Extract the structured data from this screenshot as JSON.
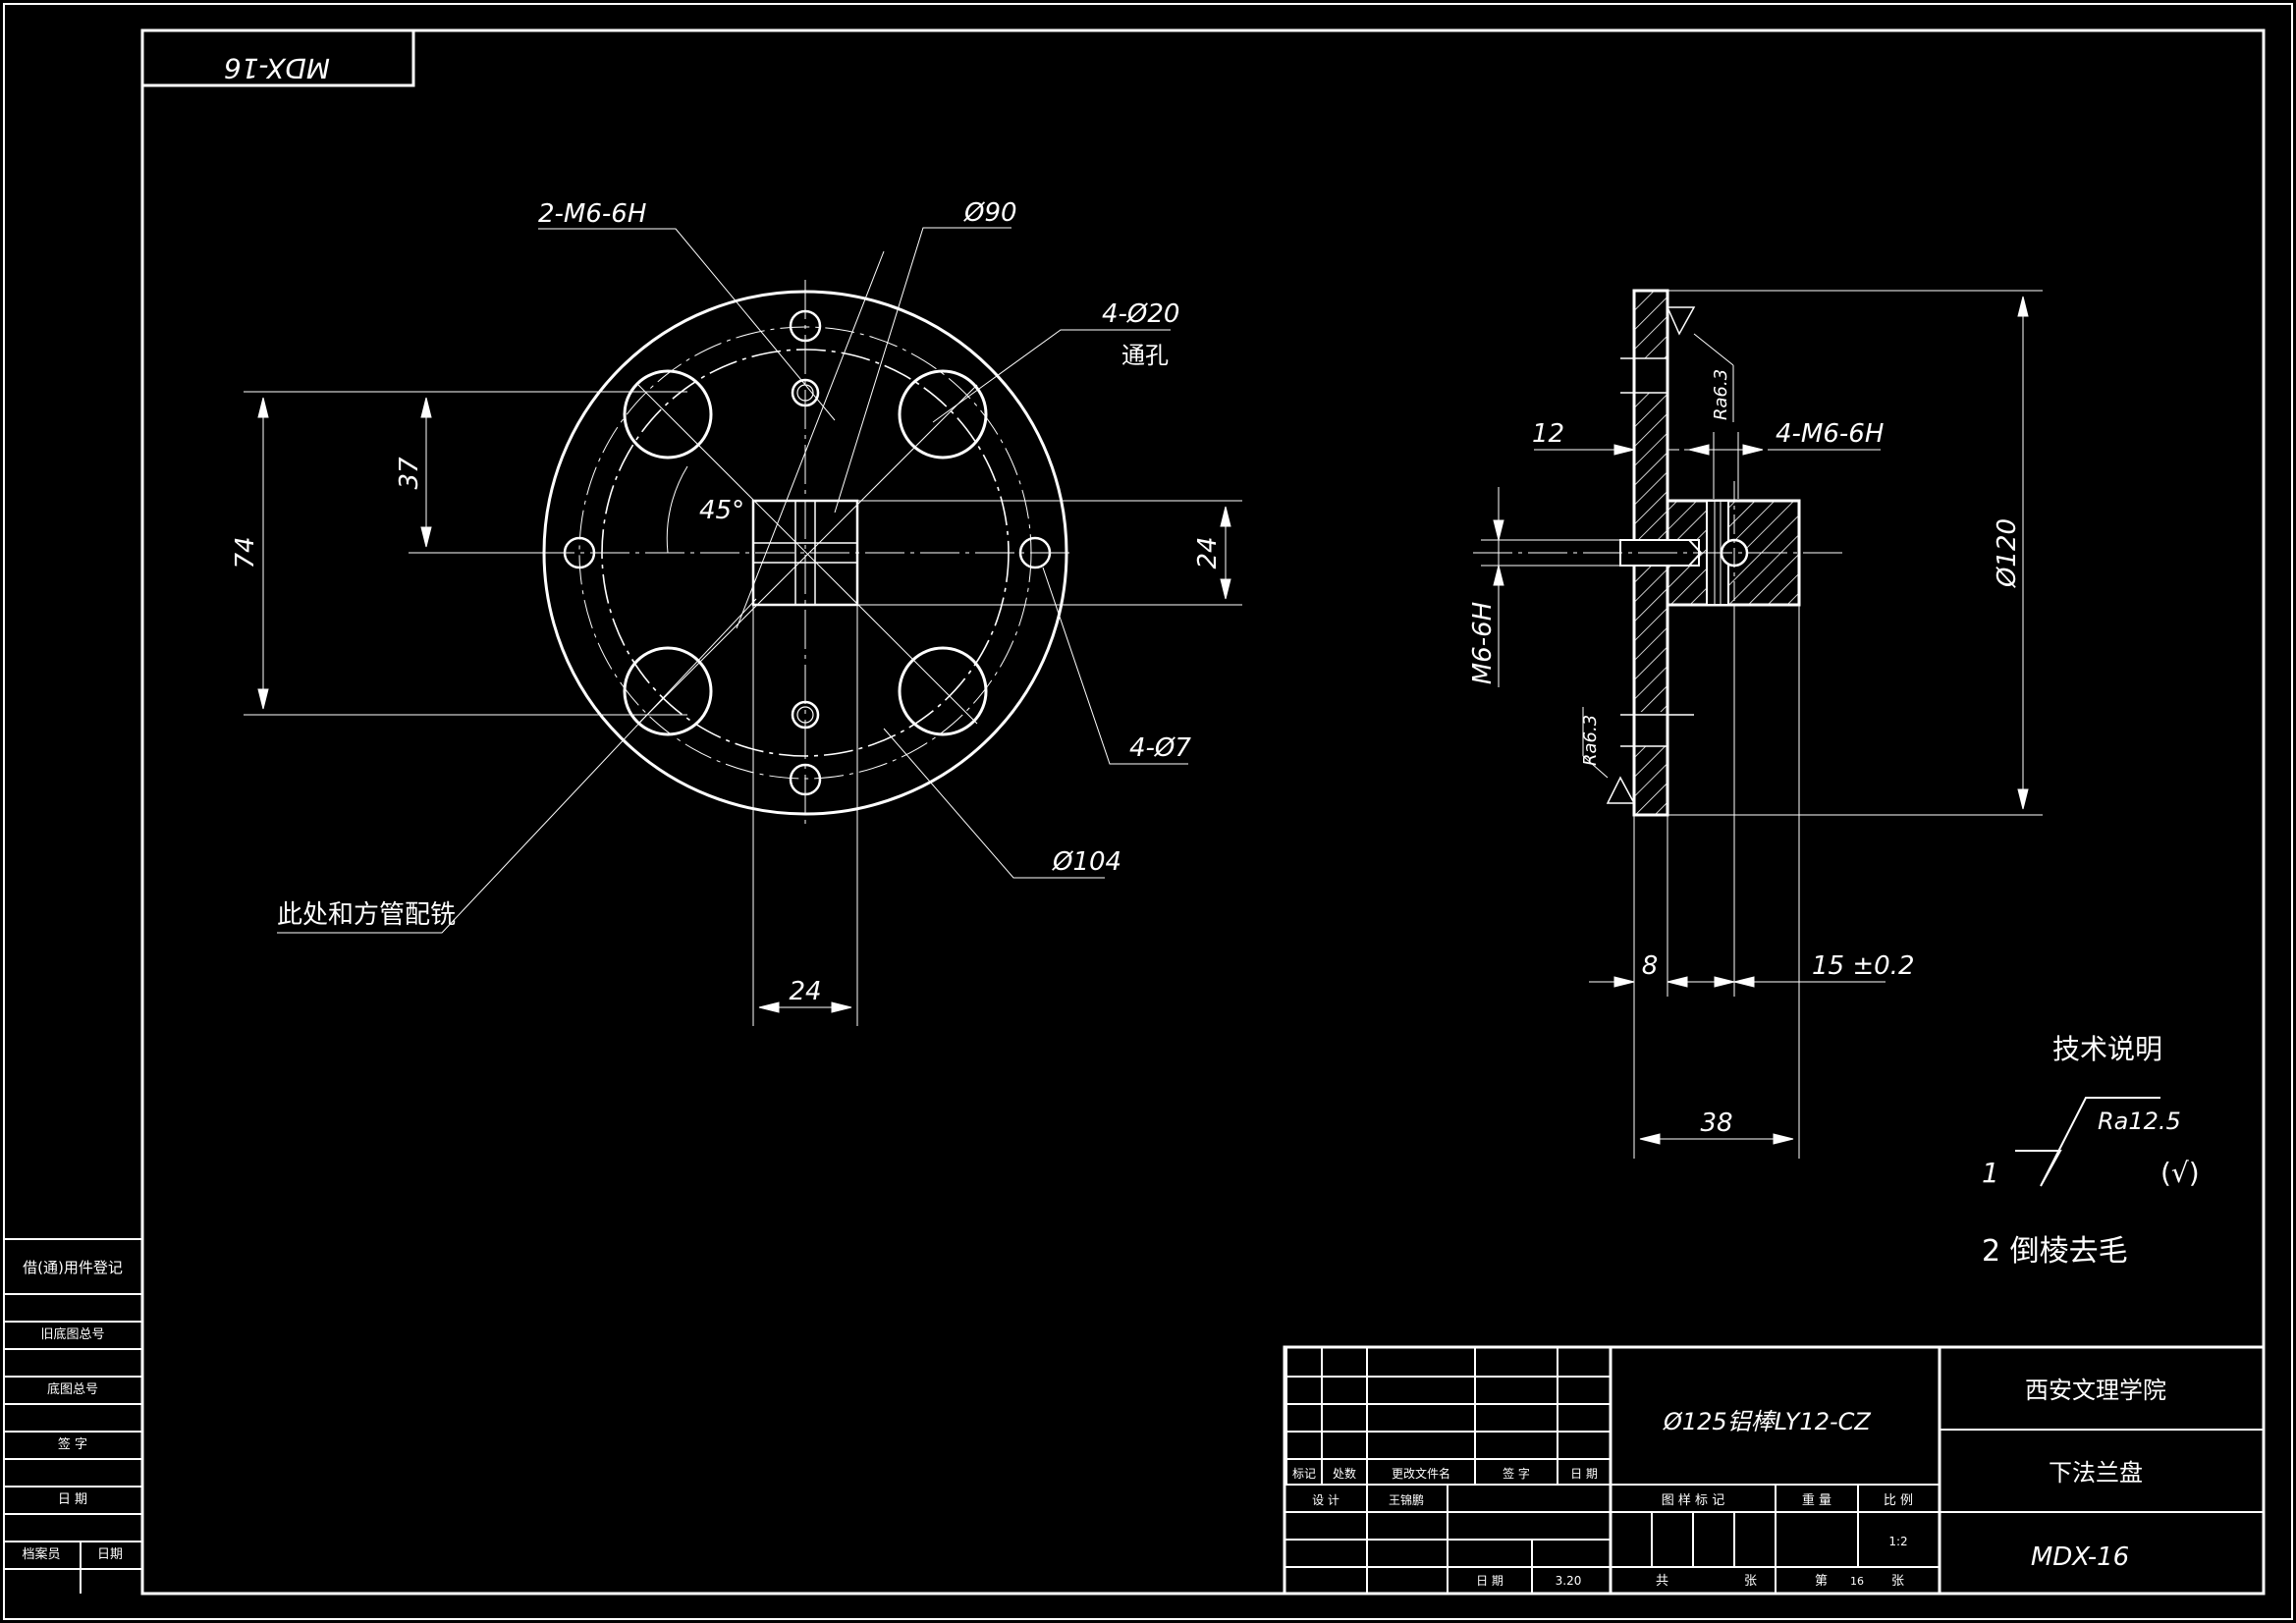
{
  "drawing_code": "MDX-16",
  "front_view": {
    "thread_label": "2-M6-6H",
    "dia90": "Ø90",
    "hole4x20": "4-Ø20",
    "through_hole": "通孔",
    "dim37": "37",
    "dim74": "74",
    "angle45": "45°",
    "dim24_right": "24",
    "dim24_bottom": "24",
    "hole4x7": "4-Ø7",
    "dia104": "Ø104",
    "note_milling": "此处和方管配铣"
  },
  "side_view": {
    "dim12": "12",
    "thread4": "4-M6-6H",
    "ra63_top": "Ra6.3",
    "ra63_bottom": "Ra6.3",
    "m6": "M6-6H",
    "dia120": "Ø120",
    "dim8": "8",
    "dim15": "15 ±0.2",
    "dim38": "38"
  },
  "tech_notes": {
    "title": "技术说明",
    "item1_num": "1",
    "item1_ra": "Ra12.5",
    "item1_check": "(√)",
    "item2": "2 倒棱去毛"
  },
  "left_strip": {
    "r1": "借(通)用件登记",
    "r2": "旧底图总号",
    "r3": "底图总号",
    "r4": "签 字",
    "r5": "日 期",
    "r6a": "档案员",
    "r6b": "日期"
  },
  "title_block": {
    "material": "Ø125铝棒LY12-CZ",
    "school": "西安文理学院",
    "part_name": "下法兰盘",
    "code": "MDX-16",
    "h_mark": "标记",
    "h_count": "处数",
    "h_doc": "更改文件名",
    "h_sign": "签 字",
    "h_date": "日 期",
    "design": "设 计",
    "std": "王锦鹏",
    "stage": "图 样 标 记",
    "weight": "重 量",
    "scale": "比 例",
    "scale_val": "1:2",
    "date_label": "日 期",
    "date_val": "3.20",
    "sheets_total": "共",
    "sheets": "张",
    "sheet_no": "第",
    "sheet_no_val": "16",
    "sheet_unit": "张"
  }
}
